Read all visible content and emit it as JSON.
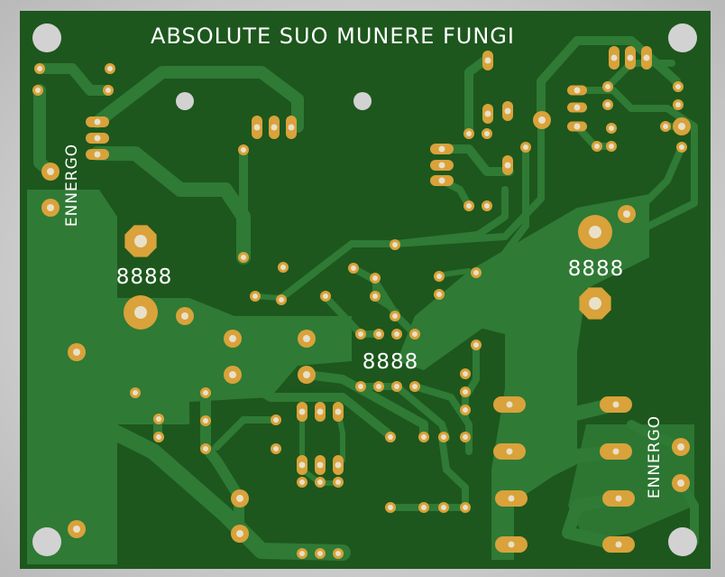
{
  "board": {
    "title": "ABSOLUTE SUO MUNERE FUNGI",
    "label_left": "ENNERGO",
    "label_right": "ENNERGO",
    "display_left": "8888",
    "display_center": "8888",
    "display_right": "8888"
  },
  "colors": {
    "background": "#c9c9c9",
    "board": "#1f5a1f",
    "copper": "#2e7d3a",
    "pad": "#d9a23a",
    "pad_hole": "#e8e0c8",
    "silkscreen": "#ffffff",
    "mount_hole": "#cfcfcf"
  }
}
